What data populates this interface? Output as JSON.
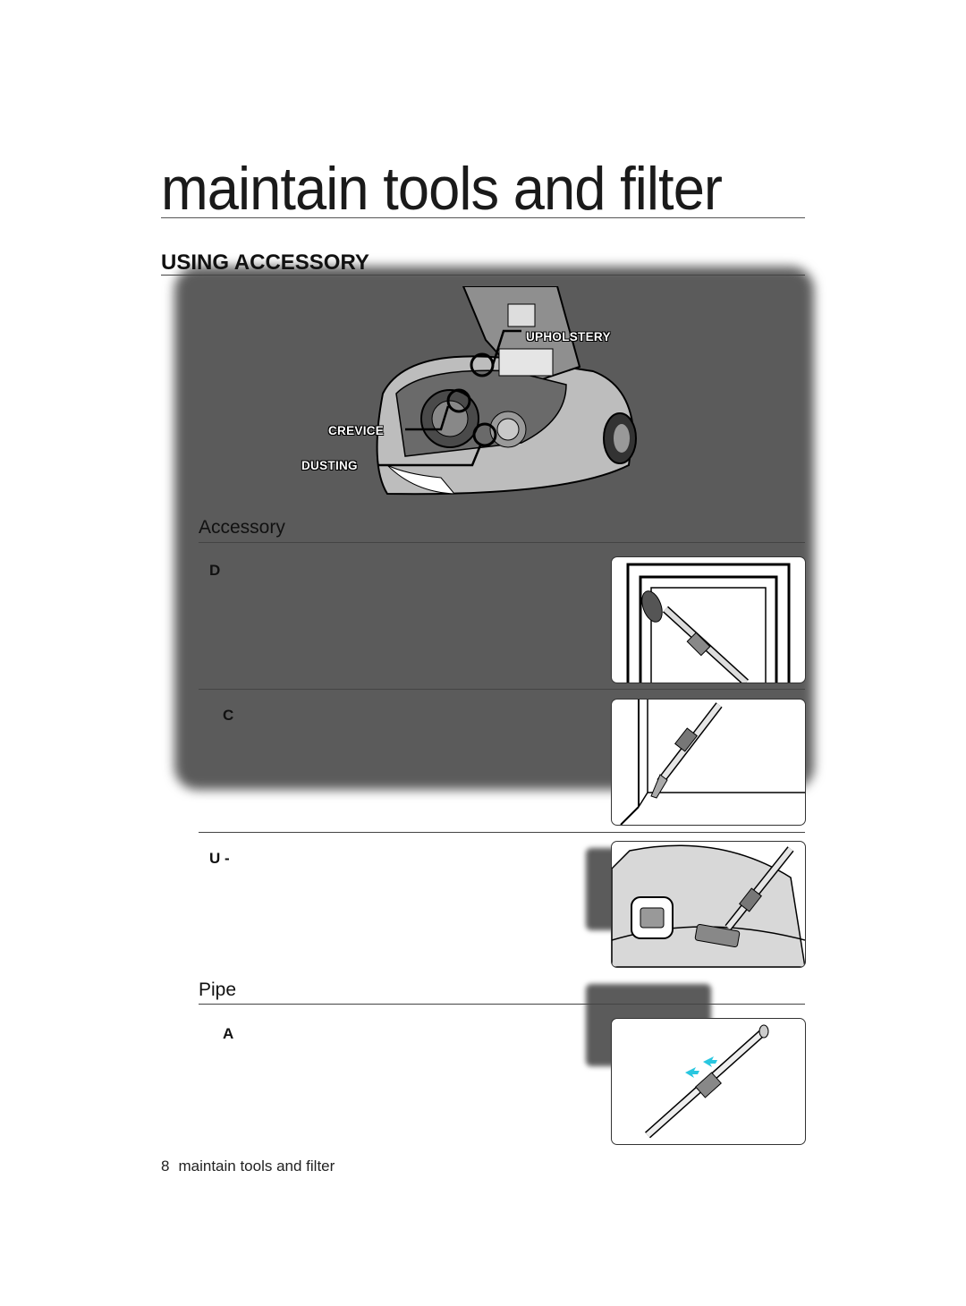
{
  "page": {
    "title": "maintain tools and filter",
    "section_heading": "USING ACCESSORY"
  },
  "hero": {
    "callouts": {
      "upholstery": "UPHOLSTERY",
      "crevice": "CREVICE",
      "dusting": "DUSTING"
    }
  },
  "accessory": {
    "heading": "Accessory",
    "items": [
      {
        "letter": "D",
        "figure": "dusting-brush-on-window-frame"
      },
      {
        "letter": "C",
        "figure": "crevice-tool-in-corner"
      },
      {
        "letter": "U -",
        "figure": "upholstery-tool-on-sofa"
      }
    ]
  },
  "pipe": {
    "heading": "Pipe",
    "items": [
      {
        "letter": "A",
        "figure": "telescopic-pipe-adjust"
      }
    ]
  },
  "footer": {
    "page_number": "8",
    "label": "maintain tools and filter"
  }
}
